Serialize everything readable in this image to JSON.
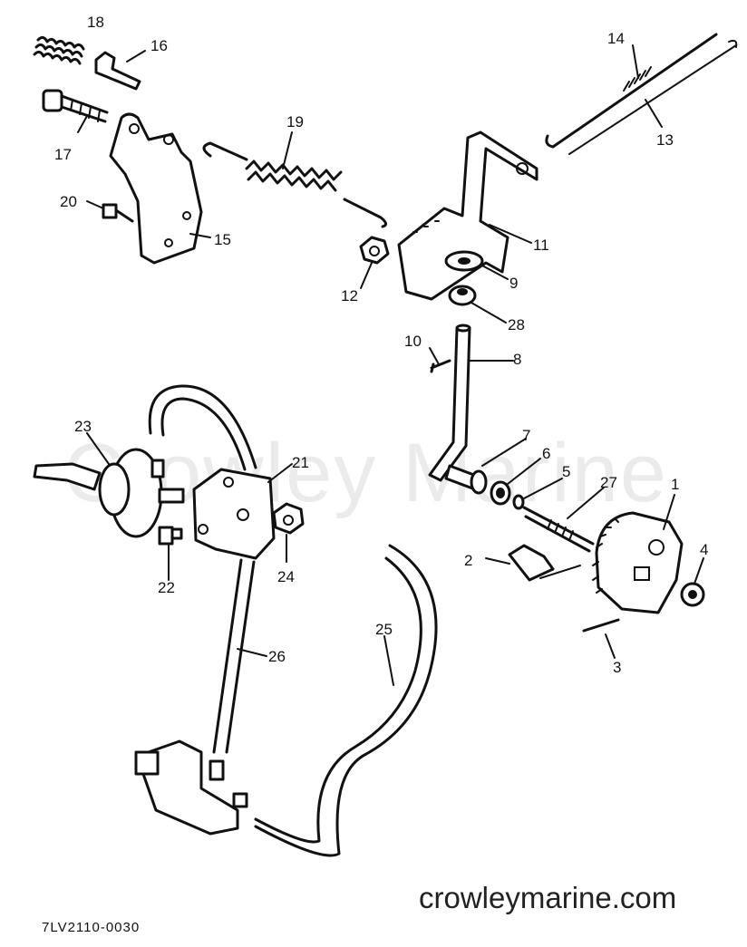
{
  "watermark": "Crowley Marine",
  "site_url": "crowleymarine.com",
  "diagram_code": "7LV2110-0030",
  "part_labels": {
    "p1": "1",
    "p2": "2",
    "p3": "3",
    "p4": "4",
    "p5": "5",
    "p6": "6",
    "p7": "7",
    "p8": "8",
    "p9": "9",
    "p10": "10",
    "p11": "11",
    "p12": "12",
    "p13": "13",
    "p14": "14",
    "p15": "15",
    "p16": "16",
    "p17": "17",
    "p18": "18",
    "p19": "19",
    "p20": "20",
    "p21": "21",
    "p22": "22",
    "p23": "23",
    "p24": "24",
    "p25": "25",
    "p26": "26",
    "p27": "27",
    "p28": "28"
  }
}
